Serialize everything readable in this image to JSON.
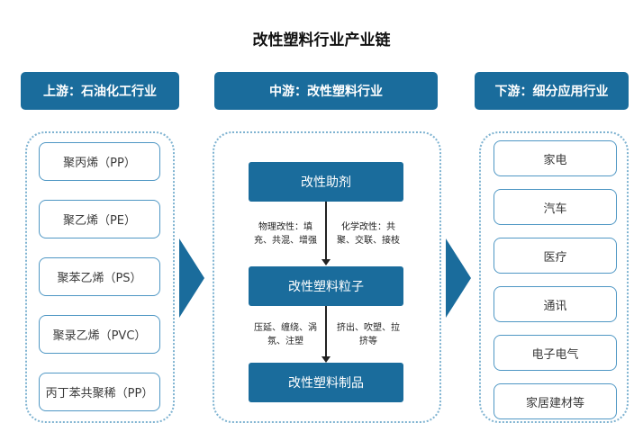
{
  "title": "改性塑料行业产业链",
  "upstream": {
    "header": "上游：石油化工行业",
    "items": [
      "聚丙烯（PP）",
      "聚乙烯（PE）",
      "聚苯乙烯（PS）",
      "聚录乙烯（PVC）",
      "丙丁苯共聚稀（PP）"
    ]
  },
  "midstream": {
    "header": "中游：改性塑料行业",
    "steps": [
      "改性助剂",
      "改性塑料粒子",
      "改性塑料制品"
    ],
    "notes": {
      "left1": "物理改性：填充、共混、增强",
      "right1": "化学改性：共聚、交联、接枝",
      "left2": "压延、缠绕、涡氛、注塑",
      "right2": "挤出、吹塑、拉挤等"
    }
  },
  "downstream": {
    "header": "下游：细分应用行业",
    "items": [
      "家电",
      "汽车",
      "医疗",
      "通讯",
      "电子电气",
      "家居建材等"
    ]
  },
  "colors": {
    "primary": "#1a6c9c",
    "item_border": "#4f97c4",
    "panel_border": "#7fb3d1"
  }
}
